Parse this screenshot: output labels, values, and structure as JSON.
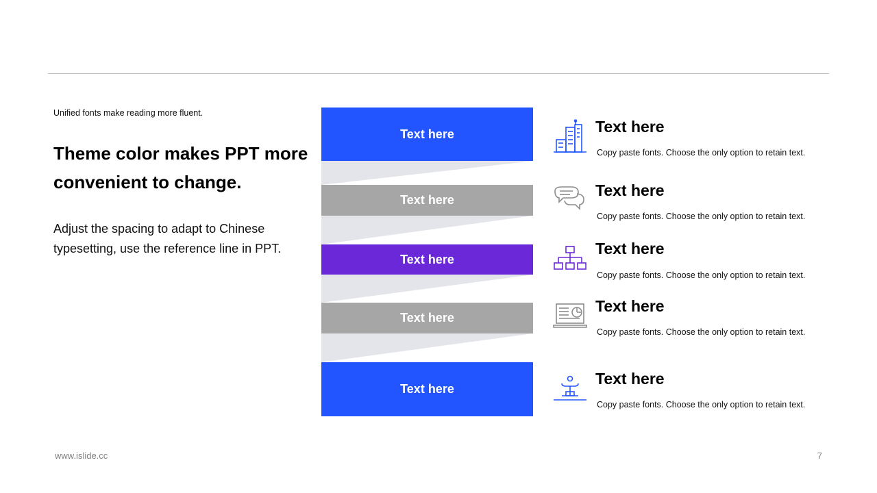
{
  "slide": {
    "subtitle": "Unified  fonts make reading more fluent.",
    "headline": "Theme color makes PPT more convenient to change.",
    "body": "Adjust the spacing to adapt to Chinese typesetting, use the reference  line in PPT."
  },
  "steps": [
    {
      "label": "Text here",
      "color": "#2255ff"
    },
    {
      "label": "Text here",
      "color": "#a6a6a6"
    },
    {
      "label": "Text here",
      "color": "#6a28d8"
    },
    {
      "label": "Text here",
      "color": "#a6a6a6"
    },
    {
      "label": "Text here",
      "color": "#2255ff"
    }
  ],
  "connector_color": "#e4e5ea",
  "items": [
    {
      "icon": "office-building-icon",
      "title": "Text here",
      "desc": "Copy paste fonts. Choose the only option to retain text.",
      "color": "#2255ff"
    },
    {
      "icon": "chat-bubbles-icon",
      "title": "Text here",
      "desc": "Copy paste fonts. Choose the only option to retain text.",
      "color": "#8c8c8c"
    },
    {
      "icon": "org-chart-icon",
      "title": "Text here",
      "desc": "Copy paste fonts. Choose the only option to retain text.",
      "color": "#6a28d8"
    },
    {
      "icon": "laptop-chart-icon",
      "title": "Text here",
      "desc": "Copy paste fonts. Choose the only option to retain text.",
      "color": "#8c8c8c"
    },
    {
      "icon": "balance-scale-icon",
      "title": "Text here",
      "desc": "Copy paste fonts. Choose the only option to retain text.",
      "color": "#2255ff"
    }
  ],
  "footer": {
    "url": "www.islide.cc",
    "page": "7"
  }
}
